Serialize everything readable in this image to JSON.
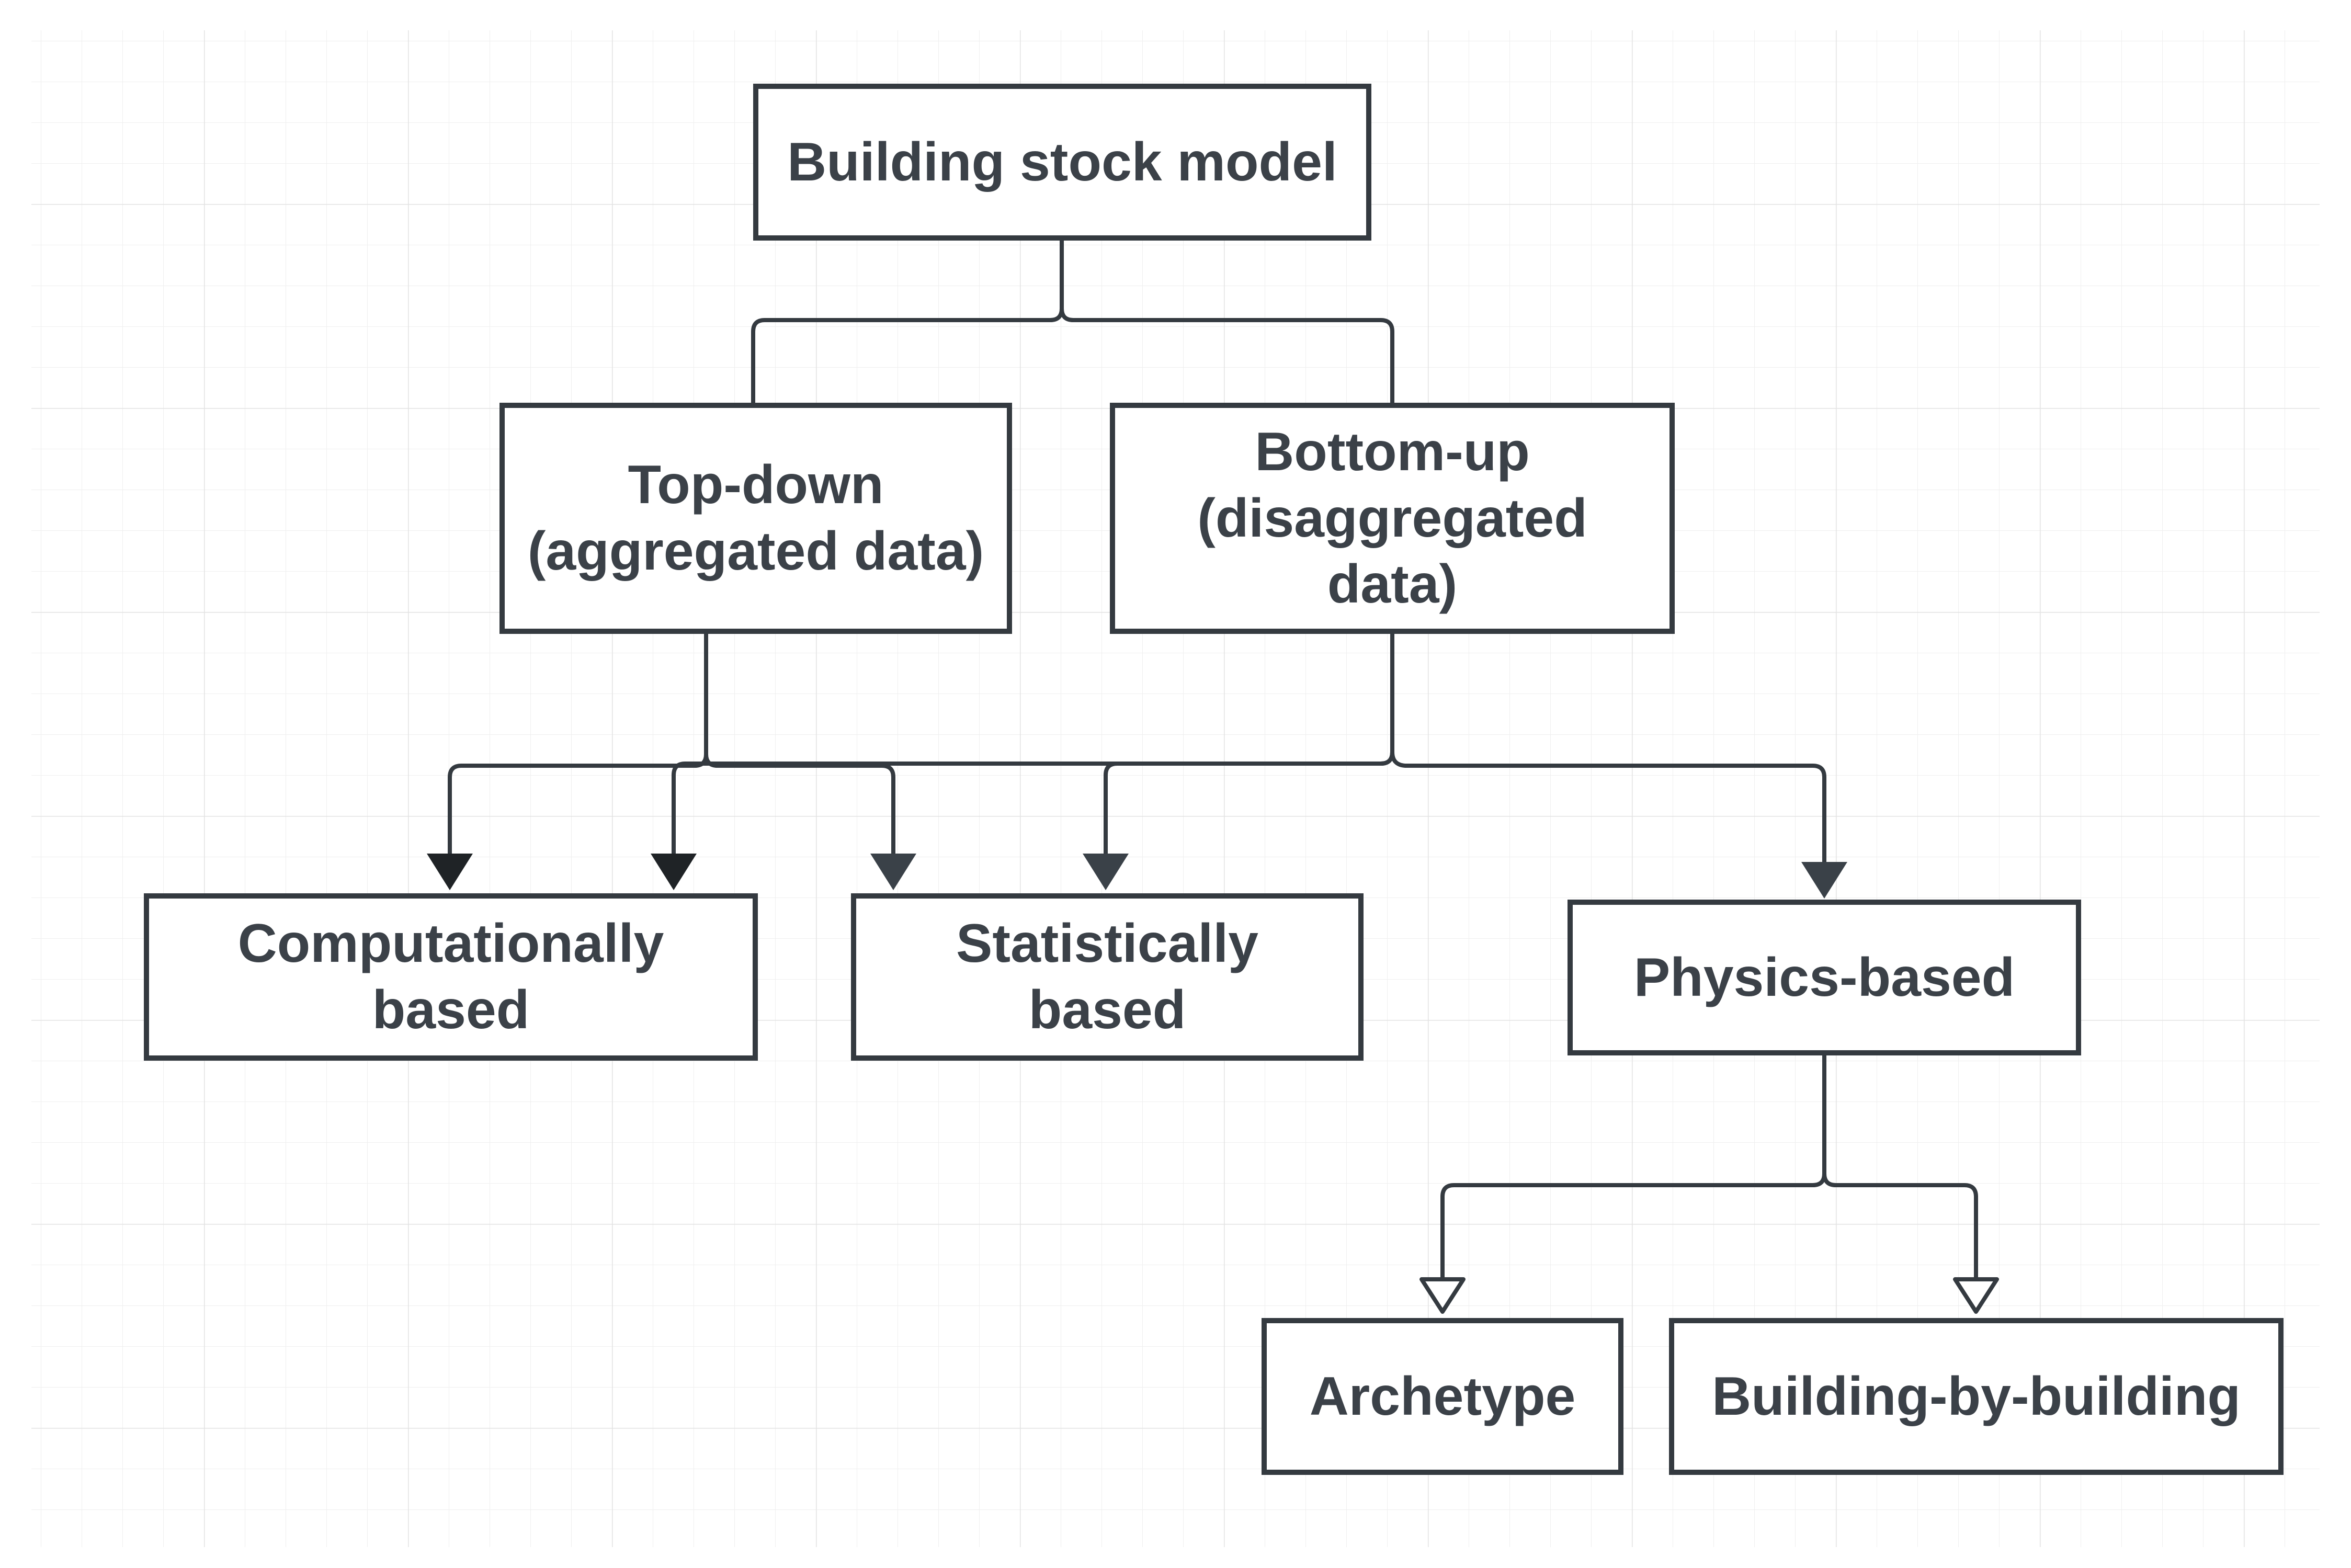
{
  "diagram": {
    "nodes": {
      "building_stock_model": {
        "label": "Building stock model"
      },
      "top_down": {
        "label": "Top-down\n(aggregated data)"
      },
      "bottom_up": {
        "label": "Bottom-up\n(disaggregated\ndata)"
      },
      "computationally_based": {
        "label": "Computationally\nbased"
      },
      "statistically_based": {
        "label": "Statistically\nbased"
      },
      "physics_based": {
        "label": "Physics-based"
      },
      "archetype": {
        "label": "Archetype"
      },
      "building_by_building": {
        "label": "Building-by-building"
      }
    },
    "edges": [
      {
        "from": "building_stock_model",
        "to": "top_down",
        "arrow": "none"
      },
      {
        "from": "building_stock_model",
        "to": "bottom_up",
        "arrow": "none"
      },
      {
        "from": "top_down",
        "to": "computationally_based",
        "arrow": "filled"
      },
      {
        "from": "top_down",
        "to": "statistically_based",
        "arrow": "filled"
      },
      {
        "from": "bottom_up",
        "to": "computationally_based",
        "arrow": "filled"
      },
      {
        "from": "bottom_up",
        "to": "statistically_based",
        "arrow": "filled"
      },
      {
        "from": "bottom_up",
        "to": "physics_based",
        "arrow": "filled"
      },
      {
        "from": "physics_based",
        "to": "archetype",
        "arrow": "open"
      },
      {
        "from": "physics_based",
        "to": "building_by_building",
        "arrow": "open"
      }
    ],
    "colors": {
      "node_border": "#343a40",
      "node_text": "#3b4148",
      "connector": "#343a40",
      "grid": "#e9e9e9"
    }
  }
}
